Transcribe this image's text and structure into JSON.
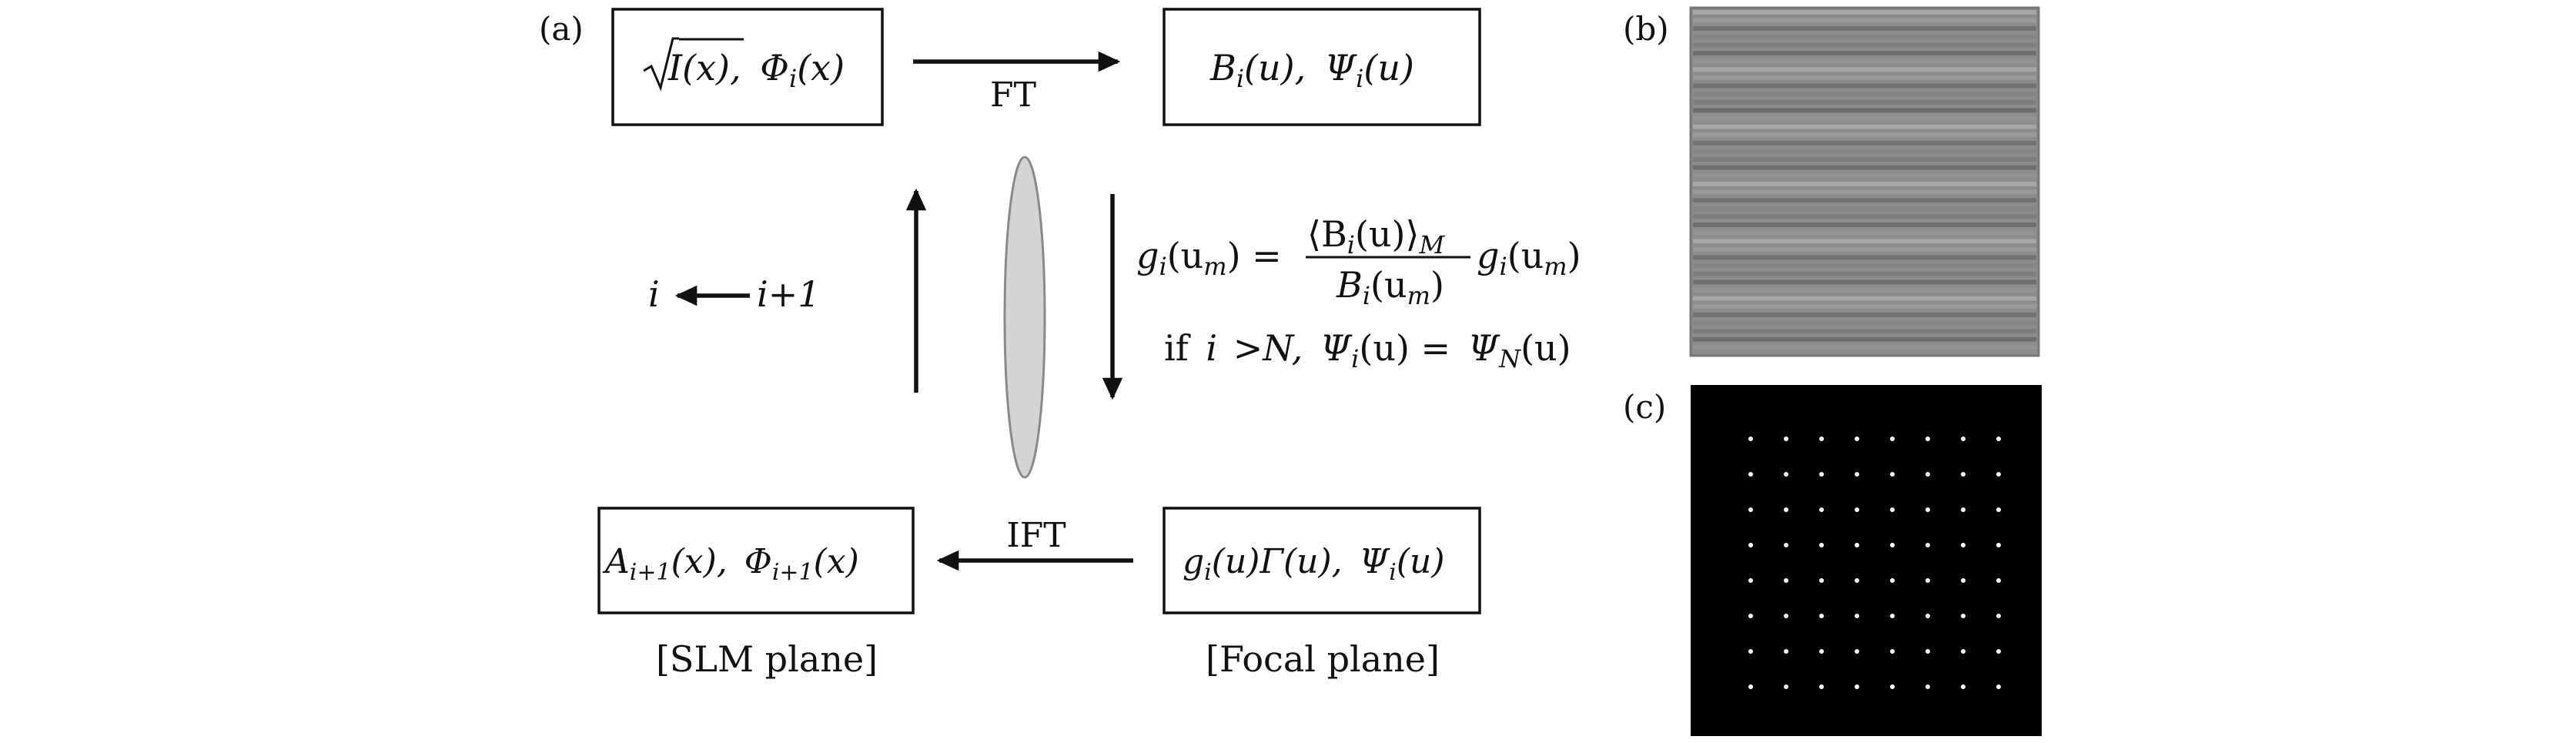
{
  "panels": {
    "a": "(a)",
    "b": "(b)",
    "c": "(c)"
  },
  "boxes": {
    "input": {
      "sqrt_body": "I(x),",
      "phase": "Φ",
      "phase_sub": "i",
      "phase_arg": "(x)"
    },
    "fourier": {
      "amp": "B",
      "amp_sub": "i",
      "amp_arg": "(u),",
      "phase": "Ψ",
      "phase_sub": "i",
      "phase_arg": "(u)"
    },
    "focal": {
      "weight": "g",
      "weight_sub": "i",
      "weight_arg": "(u)",
      "gamma": "Γ",
      "gamma_arg": "(u),",
      "phase": "Ψ",
      "phase_sub": "i",
      "phase_arg": "(u)"
    },
    "slm": {
      "amp": "A",
      "amp_sub": "i+1",
      "amp_arg": "(x),",
      "phase": "Φ",
      "phase_sub": "i+1",
      "phase_arg": "(x)"
    }
  },
  "transforms": {
    "forward": "FT",
    "inverse": "IFT"
  },
  "iteration": {
    "left": "i",
    "right": "i+1"
  },
  "update_rule": {
    "lhs_g": "g",
    "lhs_sub": "i",
    "lhs_arg": "(u",
    "lhs_arg_sub": "m",
    "lhs_close": ") =",
    "num_open": "⟨B",
    "num_sub": "i",
    "num_arg": "(u)⟩",
    "num_avg_sub": "M",
    "den_b": "B",
    "den_sub": "i",
    "den_arg": "(u",
    "den_arg_sub": "m",
    "den_close": ")",
    "rhs_g": "g",
    "rhs_sub": "i",
    "rhs_arg": "(u",
    "rhs_arg_sub": "m",
    "rhs_close": ")"
  },
  "condition": {
    "if_text": "if",
    "var": "i",
    "gt": ">",
    "limit": "N,",
    "psi": "Ψ",
    "psi_sub": "i",
    "psi_arg": "(u) =",
    "psi_n": "Ψ",
    "psi_n_sub": "N",
    "psi_n_arg": "(u)"
  },
  "plane_labels": {
    "slm": "[SLM plane]",
    "focal": "[Focal plane]"
  },
  "images": {
    "phase_hologram": {
      "tone": "#8c8c8c",
      "stripes": 42
    },
    "spot_array": {
      "rows": 8,
      "cols": 8,
      "background": "#000000",
      "spot": "#ffffff"
    }
  },
  "colors": {
    "lens_fill": "#d4d4d4",
    "lens_stroke": "#8a8a8a"
  }
}
